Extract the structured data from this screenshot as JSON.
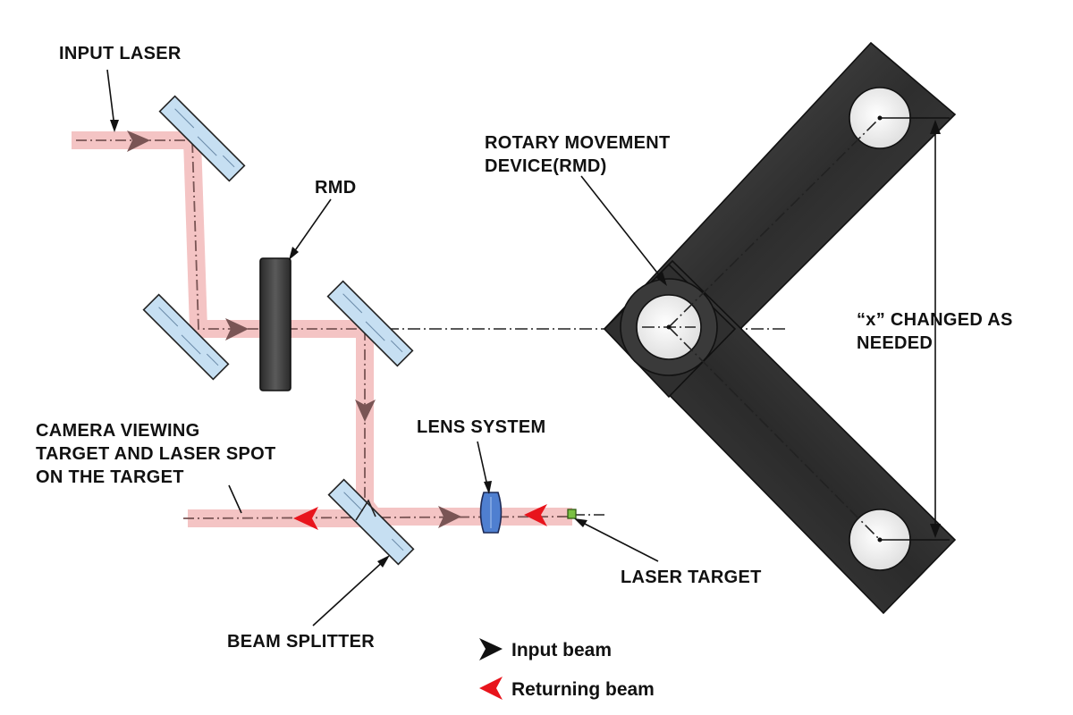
{
  "labels": {
    "input_laser": "INPUT LASER",
    "rmd": "RMD",
    "rotary_line1": "ROTARY MOVEMENT",
    "rotary_line2": "DEVICE(RMD)",
    "x_line1": "“x” CHANGED AS",
    "x_line2": "NEEDED",
    "camera_line1": "CAMERA VIEWING",
    "camera_line2": "TARGET AND LASER SPOT",
    "camera_line3": "ON THE TARGET",
    "lens_system": "LENS SYSTEM",
    "beam_splitter": "BEAM SPLITTER",
    "laser_target": "LASER TARGET"
  },
  "legend": {
    "input_beam": "Input beam",
    "returning_beam": "Returning beam"
  },
  "colors": {
    "beam_glow": "#f4c4c4",
    "input_arrow": "#7a5555",
    "return_arrow": "#e8141c",
    "mirror_fill": "#c6dff2",
    "device_body": "#3a3a3a",
    "lens_fill": "#4f7fd0",
    "target_fill": "#7bc043"
  }
}
